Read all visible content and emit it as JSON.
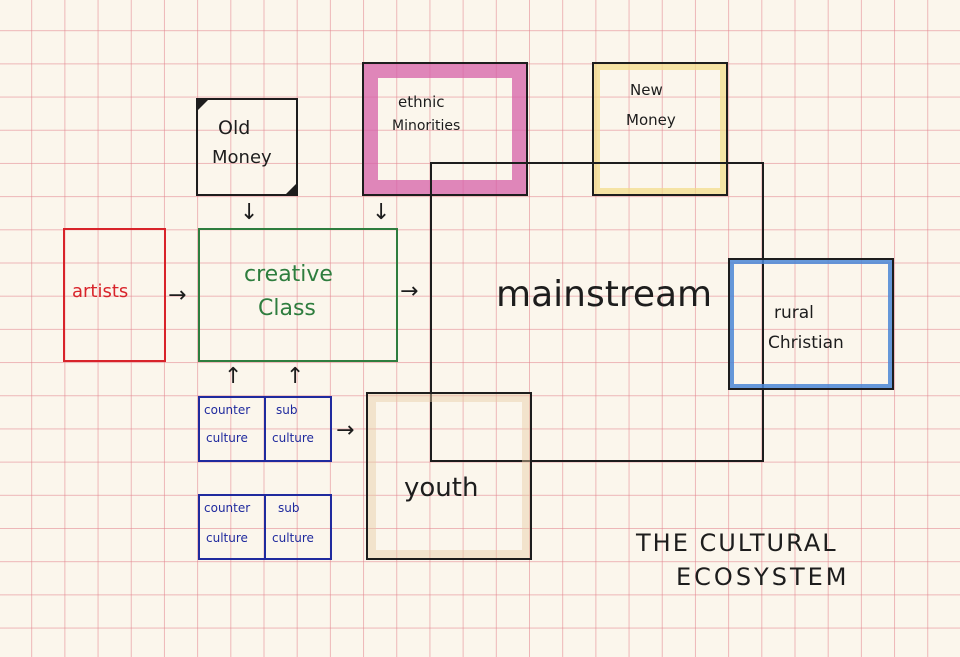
{
  "diagram": {
    "title_line1": "THE CULTURAL",
    "title_line2": "ECOSYSTEM",
    "nodes": {
      "artists": "artists",
      "creative_class_line1": "creative",
      "creative_class_line2": "Class",
      "old_money_line1": "Old",
      "old_money_line2": "Money",
      "ethnic_minorities_line1": "ethnic",
      "ethnic_minorities_line2": "Minorities",
      "new_money_line1": "New",
      "new_money_line2": "Money",
      "mainstream": "mainstream",
      "rural_christian_line1": "rural",
      "rural_christian_line2": "Christian",
      "youth": "youth",
      "counter_culture_1_line1": "counter",
      "counter_culture_1_line2": "culture",
      "sub_culture_1_line1": "sub",
      "sub_culture_1_line2": "culture",
      "counter_culture_2_line1": "counter",
      "counter_culture_2_line2": "culture",
      "sub_culture_2_line1": "sub",
      "sub_culture_2_line2": "culture"
    },
    "edges": [
      {
        "from": "Old Money",
        "to": "creative Class"
      },
      {
        "from": "ethnic Minorities",
        "to": "creative Class"
      },
      {
        "from": "artists",
        "to": "creative Class"
      },
      {
        "from": "creative Class",
        "to": "mainstream"
      },
      {
        "from": "counter culture",
        "to": "creative Class"
      },
      {
        "from": "sub culture",
        "to": "creative Class"
      },
      {
        "from": "sub culture",
        "to": "youth"
      }
    ],
    "colors": {
      "ink": "#1d1d1d",
      "artists": "#d8232a",
      "creative_class": "#2e7d3e",
      "ethnic_minorities": "#d660a8",
      "new_money": "#f2dc86",
      "rural_christian": "#4a86d6",
      "youth": "#e6cda6",
      "subculture": "#1f2a9e",
      "grid": "#e2828c"
    }
  }
}
